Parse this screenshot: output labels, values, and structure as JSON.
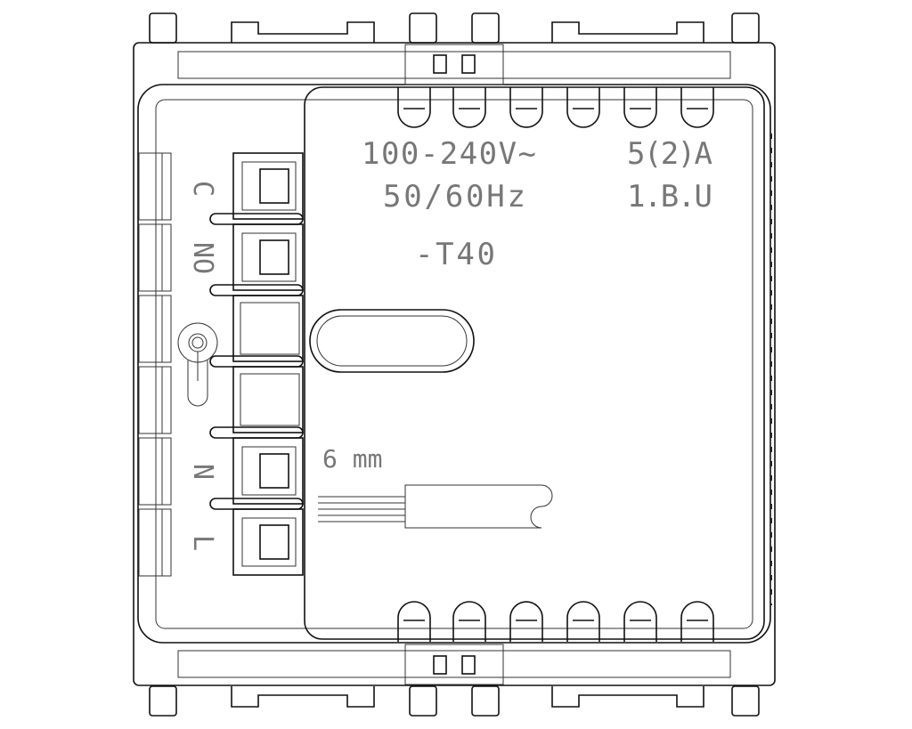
{
  "title": "Relay module technical drawing",
  "rating": {
    "voltage": "100-240V~",
    "current": "5(2)A",
    "frequency": "50/60Hz",
    "type": "1.B.U",
    "temperature": "-T40"
  },
  "strip_length": "6 mm",
  "terminal_labels": [
    "C",
    "NO",
    "N",
    "L"
  ],
  "line_color": "#111111",
  "text_color": "#777777"
}
